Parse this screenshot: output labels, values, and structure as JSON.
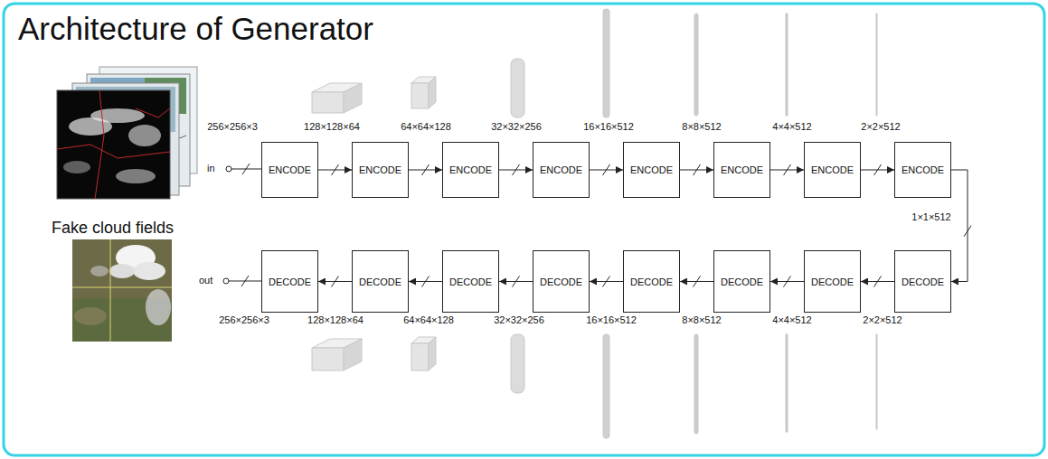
{
  "diagram": {
    "title": "Architecture of Generator",
    "nodes": [
      {
        "text": [
          "ENCODE"
        ]
      },
      {
        "text": [
          "ENCODE"
        ]
      },
      {
        "text": [
          "ENCODE"
        ]
      },
      {
        "text": [
          "ENCODE"
        ]
      },
      {
        "text": [
          "ENCODE"
        ]
      },
      {
        "text": [
          "ENCODE"
        ]
      },
      {
        "text": [
          "ENCODE"
        ]
      },
      {
        "text": [
          "ENCODE"
        ]
      },
      {
        "text": [
          "DECODE"
        ]
      },
      {
        "text": [
          "DECODE"
        ]
      },
      {
        "text": [
          "DECODE"
        ]
      },
      {
        "text": [
          "DECODE"
        ]
      },
      {
        "text": [
          "DECODE"
        ]
      },
      {
        "text": [
          "DECODE"
        ]
      },
      {
        "text": [
          "DECODE"
        ]
      },
      {
        "text": [
          "DECODE"
        ]
      }
    ],
    "edges": [
      {
        "from": 0,
        "to": 1,
        "arrow": "to"
      },
      {
        "from": 1,
        "to": 2,
        "arrow": "to"
      },
      {
        "from": 2,
        "to": 3,
        "arrow": "to"
      },
      {
        "from": 3,
        "to": 4,
        "arrow": "to"
      },
      {
        "from": 4,
        "to": 5,
        "arrow": "to"
      },
      {
        "from": 5,
        "to": 6,
        "arrow": "to"
      },
      {
        "from": 6,
        "to": 7,
        "arrow": "to"
      },
      {
        "from": 7,
        "to": 15,
        "arrow": "to"
      },
      {
        "from": 15,
        "to": 14,
        "arrow": "to"
      },
      {
        "from": 14,
        "to": 13,
        "arrow": "to"
      },
      {
        "from": 13,
        "to": 12,
        "arrow": "to"
      },
      {
        "from": 12,
        "to": 11,
        "arrow": "to"
      },
      {
        "from": 11,
        "to": 10,
        "arrow": "to"
      },
      {
        "from": 10,
        "to": 9,
        "arrow": "to"
      },
      {
        "from": 9,
        "to": 8,
        "arrow": "to"
      }
    ],
    "labels": [
      "256×256×3",
      "128×128×64",
      "64×64×128",
      "32×32×256",
      "16×16×512",
      "8×8×512",
      "4×4×512",
      "2×2×512",
      "in",
      "1×1×512",
      "Fake cloud fields",
      "out",
      "256×256×3",
      "128×128×64",
      "64×64×128",
      "32×32×256",
      "16×16×512",
      "8×8×512",
      "4×4×512",
      "2×2×512"
    ]
  }
}
